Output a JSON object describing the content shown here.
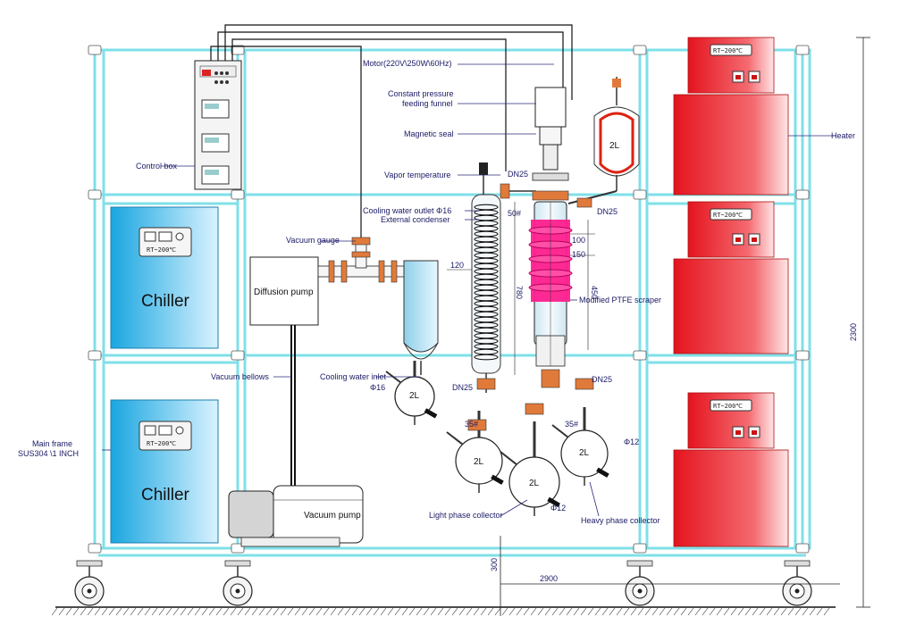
{
  "labels": {
    "motor": "Motor(220V\\250W\\60Hz)",
    "feeding_funnel_1": "Constant pressure",
    "feeding_funnel_2": "feeding funnel",
    "magnetic_seal": "Magnetic seal",
    "heater": "Heater",
    "control_box": "Control box",
    "vapor_temperature": "Vapor temperature",
    "dn25_top": "DN25",
    "cooling_outlet": "Cooling water outlet Φ16",
    "external_condenser": "External condenser",
    "fifty_hash": "50#",
    "dn25_right": "DN25",
    "vacuum_gauge": "Vacuum gauge",
    "diffusion_pump": "Diffusion pump",
    "ptfe_scraper": "Modified PTFE scraper",
    "vacuum_bellows": "Vacuum bellows",
    "cooling_inlet": "Cooling water inlet",
    "phi16": "Φ16",
    "dn25_bottom": "DN25",
    "dn25_lower_right": "DN25",
    "main_frame_1": "Main frame",
    "main_frame_2": "SUS304 \\1 INCH",
    "chiller_1": "Chiller",
    "chiller_2": "Chiller",
    "vacuum_pump": "Vacuum pump",
    "light_collector": "Light phase collector",
    "heavy_collector": "Heavy phase collector",
    "phi12_a": "Φ12",
    "phi12_b": "Φ12",
    "thirty_five_a": "35#",
    "thirty_five_b": "35#",
    "flask_2l_top": "2L",
    "flask_2l_receiver": "2L",
    "flask_2l_light": "2L",
    "flask_2l_center": "2L",
    "flask_2l_heavy": "2L",
    "temp_range": "RT~200℃"
  },
  "dimensions": {
    "d100": "100",
    "d150": "150",
    "d450": "450",
    "d120": "120",
    "d780": "780",
    "d2300": "2300",
    "d2900": "2900",
    "d300": "300"
  },
  "colors": {
    "frame": "#7fe0e8",
    "chiller": "#3ab7e6",
    "heater": "#e8202a",
    "scraper": "#ff1f8e",
    "flange": "#e07a3a"
  }
}
